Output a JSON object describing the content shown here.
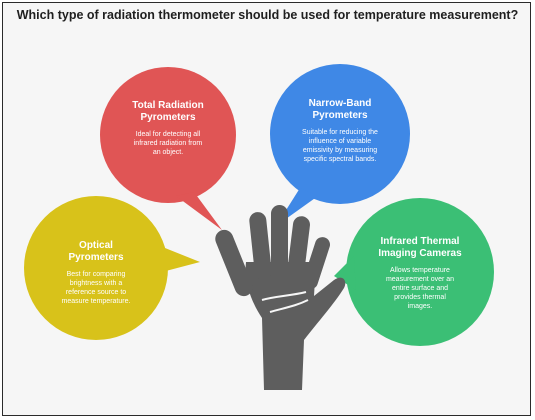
{
  "title": "Which type of radiation thermometer should be used for temperature measurement?",
  "colors": {
    "total_radiation": "#e05555",
    "narrow_band": "#3f88e6",
    "optical": "#d8c21a",
    "infrared_thermal": "#3bbf75",
    "hand": "#5e5e5e"
  },
  "bubbles": {
    "total_radiation": {
      "title_line1": "Total Radiation",
      "title_line2": "Pyrometers",
      "desc_line1": "Ideal for detecting all",
      "desc_line2": "infrared radiation from",
      "desc_line3": "an object."
    },
    "narrow_band": {
      "title_line1": "Narrow-Band",
      "title_line2": "Pyrometers",
      "desc_line1": "Suitable for reducing the",
      "desc_line2": "influence of variable",
      "desc_line3": "emissivity by measuring",
      "desc_line4": "specific spectral bands."
    },
    "optical": {
      "title_line1": "Optical",
      "title_line2": "Pyrometers",
      "desc_line1": "Best for comparing",
      "desc_line2": "brightness with a",
      "desc_line3": "reference source to",
      "desc_line4": "measure temperature."
    },
    "infrared_thermal": {
      "title_line1": "Infrared Thermal",
      "title_line2": "Imaging Cameras",
      "desc_line1": "Allows temperature",
      "desc_line2": "measurement over an",
      "desc_line3": "entire surface and",
      "desc_line4": "provides thermal",
      "desc_line5": "images."
    }
  }
}
